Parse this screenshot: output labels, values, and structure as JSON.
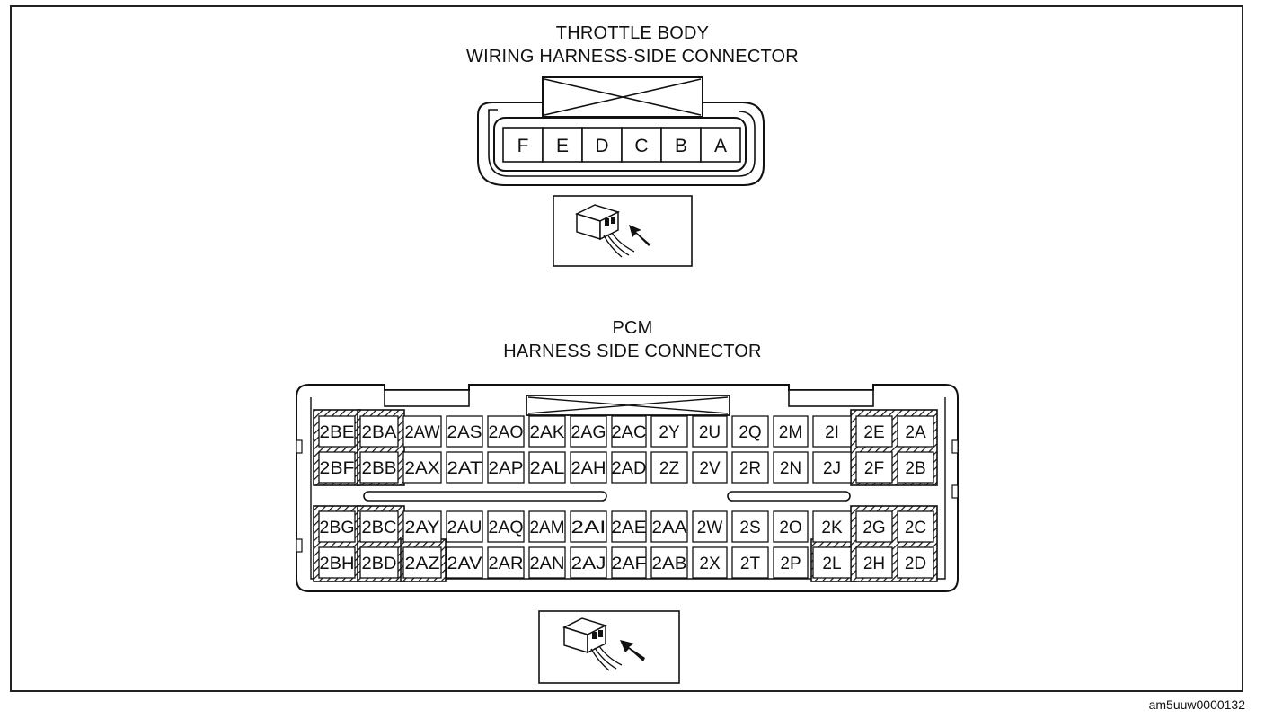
{
  "throttle_body": {
    "title_line1": "THROTTLE BODY",
    "title_line2": "WIRING HARNESS-SIDE CONNECTOR",
    "pins": [
      "F",
      "E",
      "D",
      "C",
      "B",
      "A"
    ]
  },
  "pcm": {
    "title_line1": "PCM",
    "title_line2": "HARNESS SIDE CONNECTOR",
    "upper_rows": [
      [
        "2BE",
        "2BA",
        "2AW",
        "2AS",
        "2AO",
        "2AK",
        "2AG",
        "2AC",
        "2Y",
        "2U",
        "2Q",
        "2M",
        "2I",
        "2E",
        "2A"
      ],
      [
        "2BF",
        "2BB",
        "2AX",
        "2AT",
        "2AP",
        "2AL",
        "2AH",
        "2AD",
        "2Z",
        "2V",
        "2R",
        "2N",
        "2J",
        "2F",
        "2B"
      ]
    ],
    "lower_rows": [
      [
        "2BG",
        "2BC",
        "2AY",
        "2AU",
        "2AQ",
        "2AM",
        "2AI",
        "2AE",
        "2AA",
        "2W",
        "2S",
        "2O",
        "2K",
        "2G",
        "2C"
      ],
      [
        "2BH",
        "2BD",
        "2AZ",
        "2AV",
        "2AR",
        "2AN",
        "2AJ",
        "2AF",
        "2AB",
        "2X",
        "2T",
        "2P",
        "2L",
        "2H",
        "2D"
      ]
    ]
  },
  "footer": {
    "figure_code": "am5uuw0000132"
  }
}
